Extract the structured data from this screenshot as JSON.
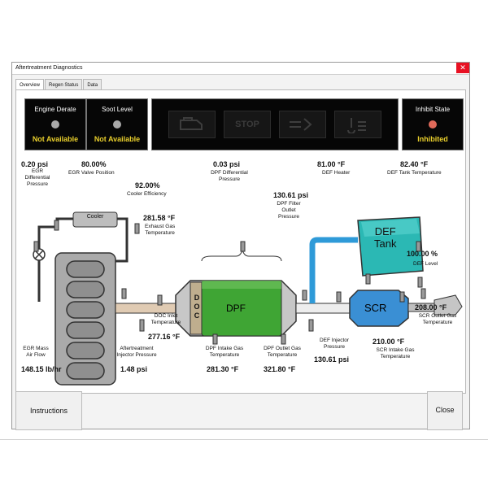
{
  "window": {
    "title": "Aftertreatment Diagnostics",
    "close_glyph": "✕"
  },
  "tabs": [
    {
      "label": "Overview"
    },
    {
      "label": "Regen Status"
    },
    {
      "label": "Data"
    }
  ],
  "indicators": {
    "engine_derate": {
      "title": "Engine Derate",
      "value": "Not Available",
      "led_color": "#a9a9a9"
    },
    "soot_level": {
      "title": "Soot Level",
      "value": "Not Available",
      "led_color": "#a9a9a9"
    },
    "inhibit_state": {
      "title": "Inhibit State",
      "value": "Inhibited",
      "led_color": "#e06a5a"
    },
    "icons": [
      {
        "name": "engine-warning-icon"
      },
      {
        "name": "stop-icon",
        "text": "STOP"
      },
      {
        "name": "exhaust-icon"
      },
      {
        "name": "temperature-icon"
      }
    ]
  },
  "readings": {
    "egr_diff_pressure": {
      "value": "0.20 psi",
      "label": "EGR\nDifferential\nPressure"
    },
    "egr_valve_position": {
      "value": "80.00%",
      "label": "EGR Valve Position"
    },
    "cooler_efficiency": {
      "value": "92.00%",
      "label": "Cooler Efficiency"
    },
    "exhaust_gas_temp": {
      "value": "281.58 °F",
      "label": "Exhaust Gas\nTemperature"
    },
    "dpf_diff_pressure": {
      "value": "0.03 psi",
      "label": "DPF Differential\nPressure"
    },
    "dpf_outlet_pressure": {
      "value": "130.61 psi",
      "label": "DPF Filter\nOutlet\nPressure"
    },
    "def_heater": {
      "value": "81.00 °F",
      "label": "DEF Heater"
    },
    "def_tank_temp": {
      "value": "82.40 °F",
      "label": "DEF Tank Temperature"
    },
    "def_level": {
      "value": "100.00 %",
      "label": "DEF Level"
    },
    "scr_outlet_temp": {
      "value": "208.00 °F",
      "label": "SCR Outlet Gas\nTemperature"
    },
    "scr_intake_temp": {
      "value": "210.00 °F",
      "label": "SCR Intake Gas\nTemperature"
    },
    "def_injector_pressure": {
      "value": "130.61 psi",
      "label": "DEF Injector\nPressure"
    },
    "dpf_outlet_temp": {
      "value": "321.80 °F",
      "label": "DPF Outlet Gas\nTemperature"
    },
    "dpf_intake_temp": {
      "value": "281.30 °F",
      "label": "DPF Intake Gas\nTemperature"
    },
    "doc_inlet_temp": {
      "value": "277.16 °F",
      "label": "DOC Inlet\nTemperature"
    },
    "injector_pressure": {
      "value": "1.48 psi",
      "label": "Aftertreatment\nInjector Pressure"
    },
    "egr_mass_flow": {
      "value": "148.15 lb/hr",
      "label": "EGR Mass\nAir Flow"
    }
  },
  "components": {
    "cooler": "Cooler",
    "doc": "DOC",
    "dpf": "DPF",
    "scr": "SCR",
    "def_tank": "DEF\nTank"
  },
  "buttons": {
    "instructions": "Instructions",
    "close": "Close"
  }
}
